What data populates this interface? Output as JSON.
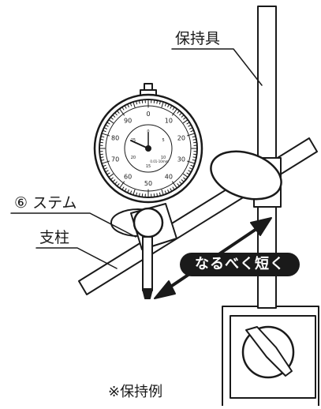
{
  "labels": {
    "holder": "保持具",
    "stem": "⑥ ステム",
    "column": "支柱",
    "keep_short": "なるべく短く",
    "example": "※保持例"
  },
  "dial": {
    "outer_marks": [
      "0",
      "10",
      "20",
      "30",
      "40",
      "50",
      "60",
      "70",
      "80",
      "90"
    ],
    "inner_marks": [
      "0",
      "5",
      "10",
      "15",
      "20",
      "25"
    ],
    "range_text": "0.01-10mm"
  },
  "colors": {
    "line": "#1a1a1a",
    "fill": "#ffffff",
    "callout_bg": "#1a1a1a",
    "callout_text": "#ffffff"
  }
}
